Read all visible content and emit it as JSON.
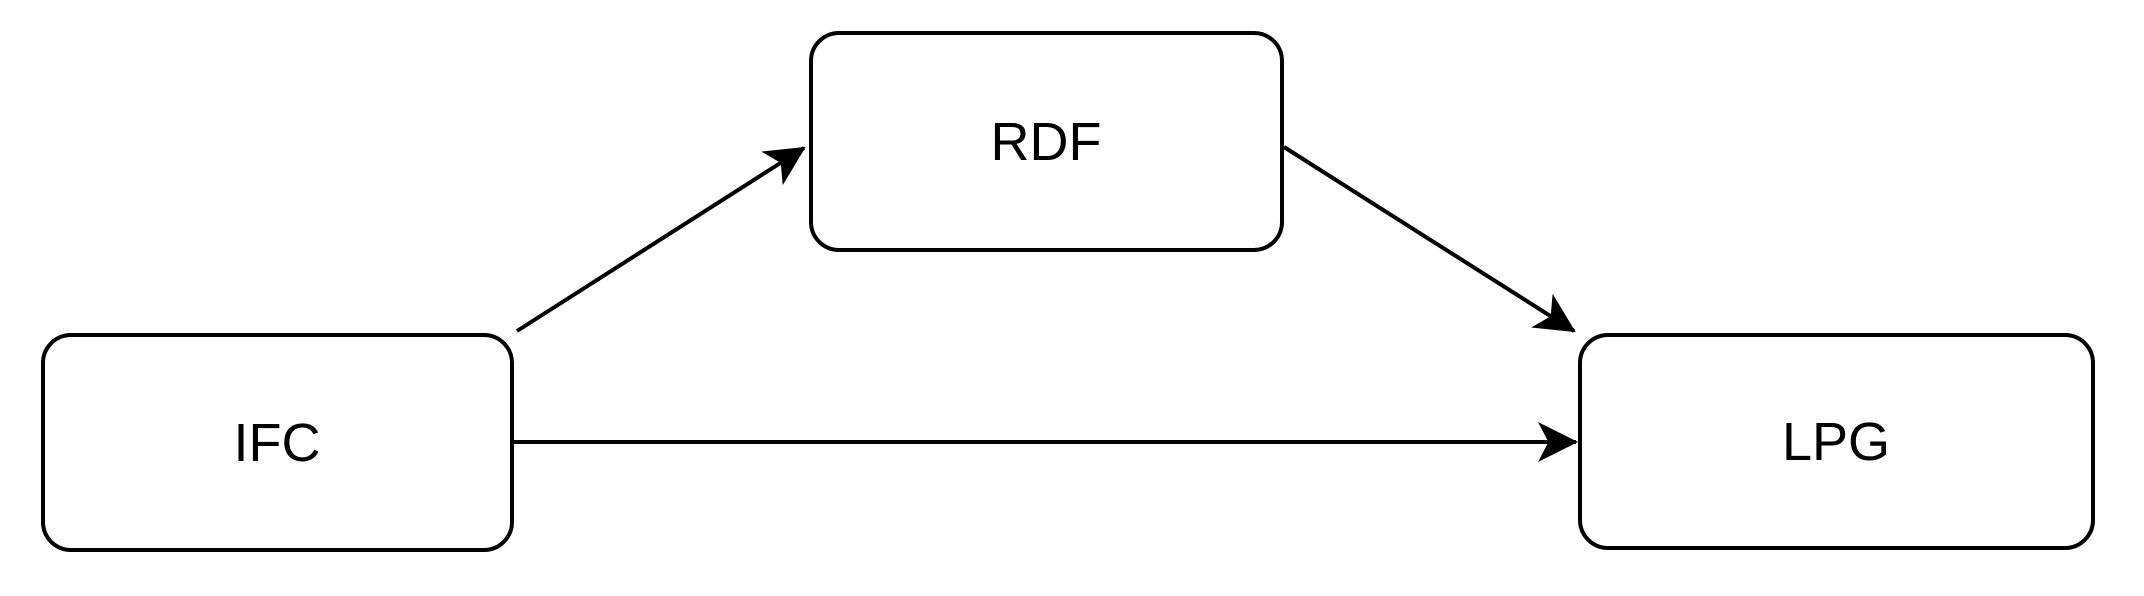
{
  "diagram": {
    "type": "flow-diagram",
    "background_color": "#ffffff",
    "node_fill_color": "#ffffff",
    "node_stroke_color": "#000000",
    "edge_color": "#000000",
    "text_color": "#000000",
    "nodes": [
      {
        "id": "ifc",
        "label": "IFC"
      },
      {
        "id": "rdf",
        "label": "RDF"
      },
      {
        "id": "lpg",
        "label": "LPG"
      }
    ],
    "edges": [
      {
        "from": "IFC",
        "to": "RDF",
        "direction": "up-right"
      },
      {
        "from": "RDF",
        "to": "LPG",
        "direction": "down-right"
      },
      {
        "from": "IFC",
        "to": "LPG",
        "direction": "right"
      }
    ]
  }
}
